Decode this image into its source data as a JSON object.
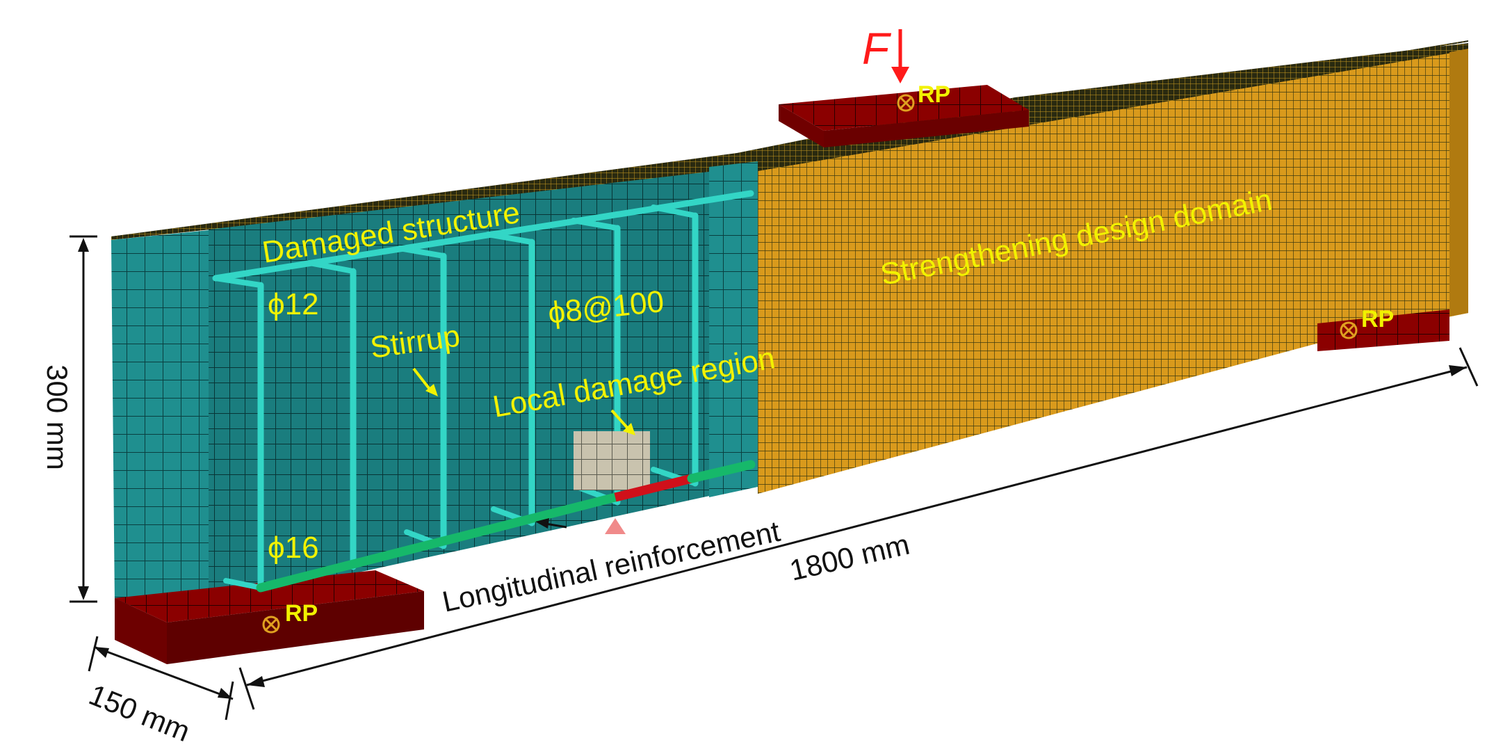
{
  "labels": {
    "force": "F",
    "rp_top": "RP",
    "rp_right": "RP",
    "rp_left": "RP",
    "damaged_structure": "Damaged structure",
    "strengthening_domain": "Strengthening design domain",
    "phi12": "ϕ12",
    "phi8": "ϕ8@100",
    "stirrup": "Stirrup",
    "local_damage": "Local damage region",
    "phi16": "ϕ16",
    "longitudinal": "Longitudinal reinforcement",
    "dim_height": "300 mm",
    "dim_length": "1800 mm",
    "dim_width": "150 mm"
  },
  "colors": {
    "concrete_damaged": "#1f8f8f",
    "concrete_damaged_top": "#2aa3a3",
    "design_domain": "#e0a020",
    "design_domain_top": "#6b5a12",
    "support": "#8b0000",
    "rebar": "#33d6c6",
    "long_rebar": "#16b86a",
    "damage_patch": "#c9c3ae",
    "damaged_rebar": "#d0101a",
    "label": "#f2f200",
    "force": "#ff1a1a"
  }
}
